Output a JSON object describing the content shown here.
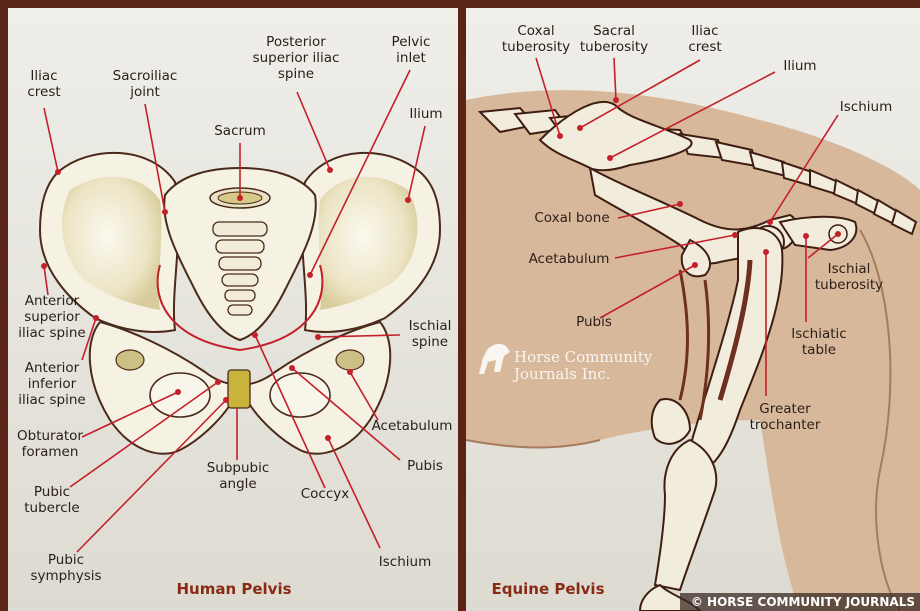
{
  "colors": {
    "frame": "#5a2416",
    "panel": "#e8e6de",
    "leader": "#c4202a",
    "title": "#8a2a14",
    "bone": "#f5f1e3",
    "horse_body": "#d8b89b"
  },
  "human": {
    "title": "Human Pelvis",
    "labels": {
      "iliac_crest_1": "Iliac",
      "iliac_crest_2": "crest",
      "sacroiliac_1": "Sacroiliac",
      "sacroiliac_2": "joint",
      "psis_1": "Posterior",
      "psis_2": "superior iliac",
      "psis_3": "spine",
      "pelvic_inlet_1": "Pelvic",
      "pelvic_inlet_2": "inlet",
      "sacrum": "Sacrum",
      "ilium": "Ilium",
      "asis_1": "Anterior",
      "asis_2": "superior",
      "asis_3": "iliac spine",
      "aiis_1": "Anterior",
      "aiis_2": "inferior",
      "aiis_3": "iliac spine",
      "ischial_spine_1": "Ischial",
      "ischial_spine_2": "spine",
      "acetabulum": "Acetabulum",
      "obturator_1": "Obturator",
      "obturator_2": "foramen",
      "subpubic_1": "Subpubic",
      "subpubic_2": "angle",
      "pubis": "Pubis",
      "pubic_tubercle_1": "Pubic",
      "pubic_tubercle_2": "tubercle",
      "coccyx": "Coccyx",
      "pubic_symphysis_1": "Pubic",
      "pubic_symphysis_2": "symphysis",
      "ischium": "Ischium"
    }
  },
  "equine": {
    "title": "Equine Pelvis",
    "labels": {
      "coxal_tuberosity_1": "Coxal",
      "coxal_tuberosity_2": "tuberosity",
      "sacral_tuberosity_1": "Sacral",
      "sacral_tuberosity_2": "tuberosity",
      "iliac_crest_1": "Iliac",
      "iliac_crest_2": "crest",
      "ilium": "Ilium",
      "ischium": "Ischium",
      "coxal_bone": "Coxal bone",
      "acetabulum": "Acetabulum",
      "ischial_tuberosity_1": "Ischial",
      "ischial_tuberosity_2": "tuberosity",
      "pubis": "Pubis",
      "ischiatic_table_1": "Ischiatic",
      "ischiatic_table_2": "table",
      "greater_trochanter_1": "Greater",
      "greater_trochanter_2": "trochanter"
    },
    "watermark_1": "Horse Community",
    "watermark_2": "Journals Inc.",
    "copyright": "© HORSE COMMUNITY JOURNALS"
  }
}
